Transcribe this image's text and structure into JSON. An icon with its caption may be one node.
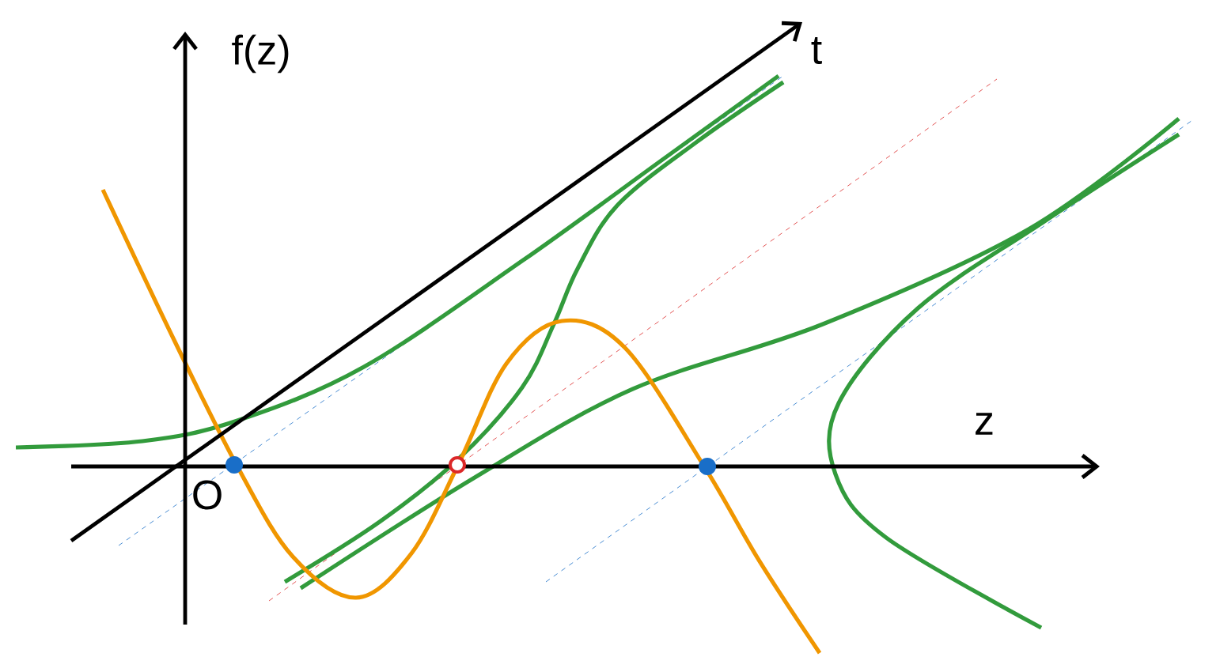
{
  "diagram": {
    "labels": [
      "f(z)",
      "t",
      "z",
      "O"
    ]
  }
}
